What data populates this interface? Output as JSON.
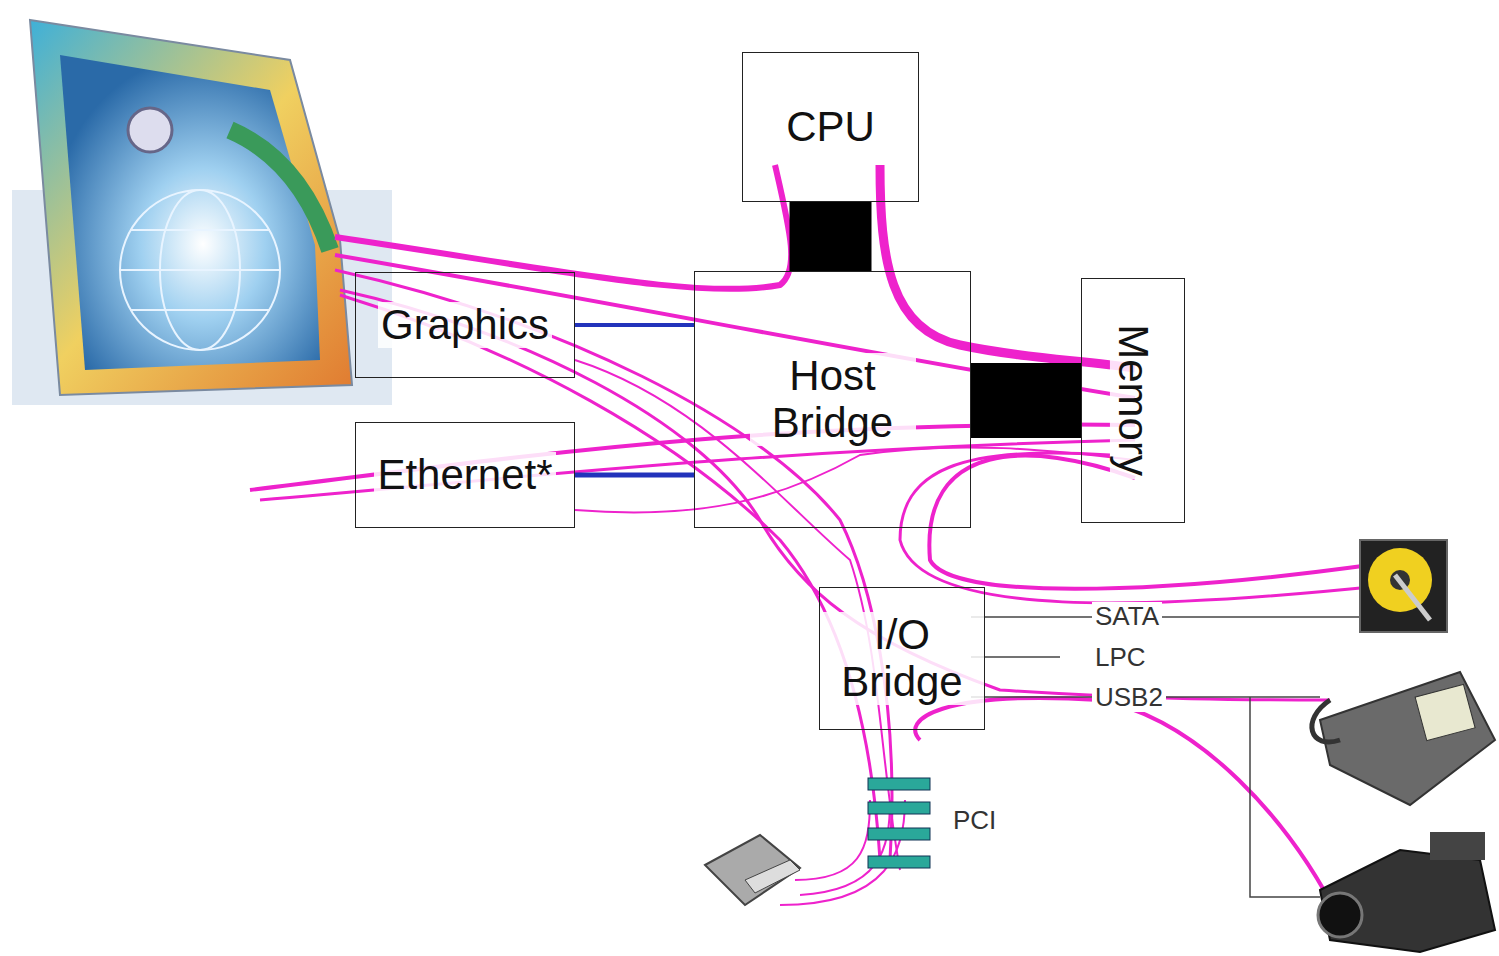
{
  "diagram": {
    "nodes": [
      {
        "text": [
          "CPU"
        ]
      },
      {
        "text": [
          "Graphics"
        ]
      },
      {
        "text": [
          "Ethernet*"
        ]
      },
      {
        "text": [
          "Host Bridge"
        ]
      },
      {
        "text": [
          "Memory"
        ]
      },
      {
        "text": [
          "I/O Bridge"
        ]
      }
    ],
    "edges": [
      {
        "from": 0,
        "to": 3,
        "arrow": "none"
      },
      {
        "from": 3,
        "to": 4,
        "arrow": "none"
      },
      {
        "from": 1,
        "to": 3,
        "arrow": "none"
      },
      {
        "from": 2,
        "to": 3,
        "arrow": "none"
      }
    ],
    "labels": [
      "SATA",
      "LPC",
      "USB2",
      "PCI"
    ]
  }
}
